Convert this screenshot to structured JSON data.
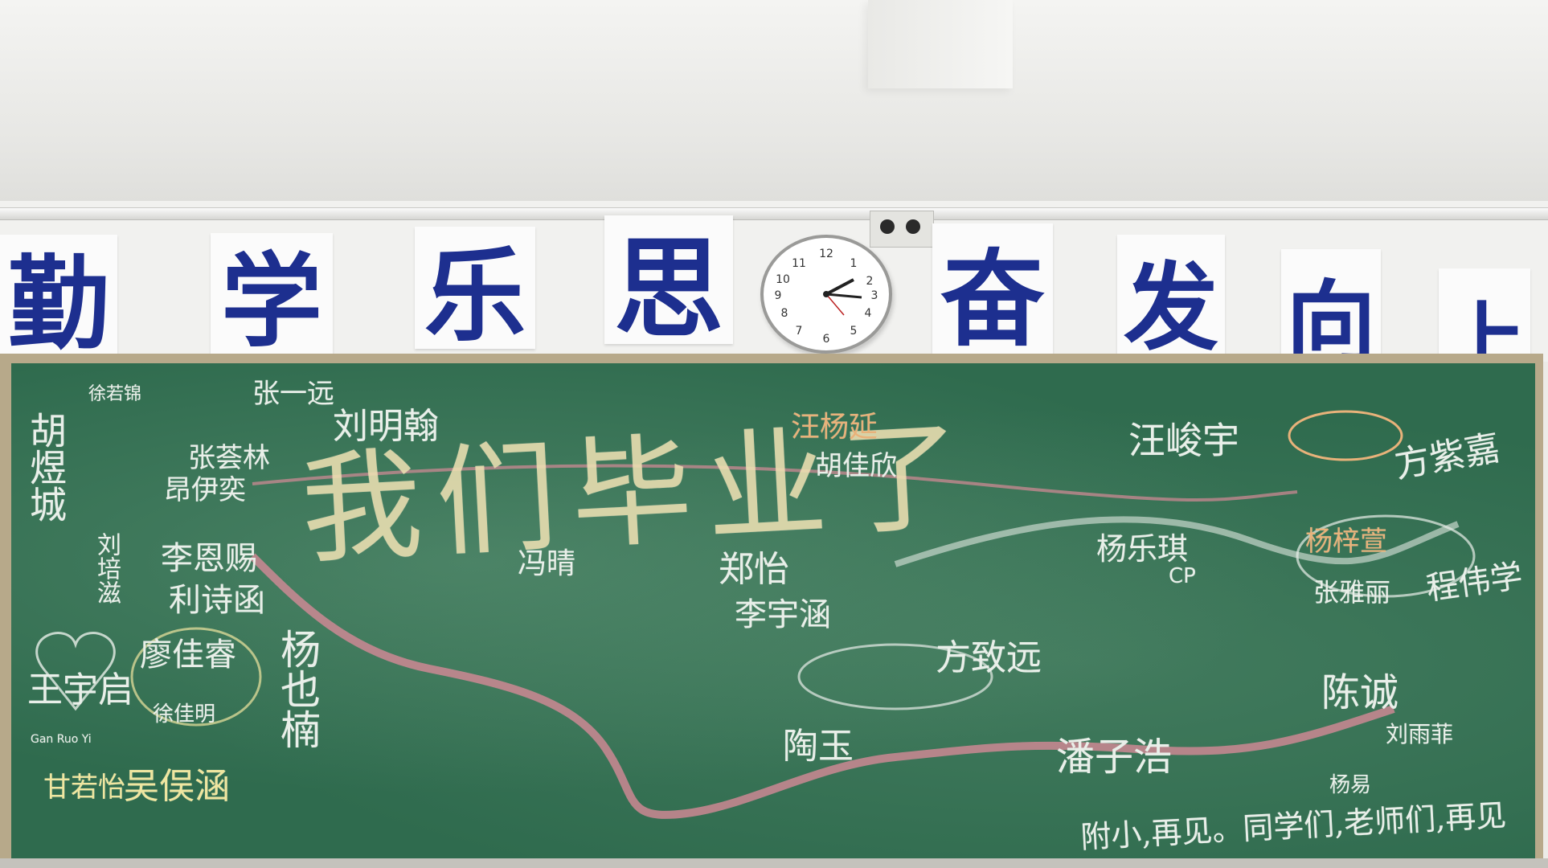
{
  "slogan": [
    "勤",
    "学",
    "乐",
    "思",
    "奋",
    "发",
    "向",
    "上"
  ],
  "board": {
    "headline": "我们毕业了",
    "farewell": "附小,再见。同学们,老师们,再见",
    "names": [
      "徐若锦",
      "张一远",
      "刘明翰",
      "张荟林",
      "昂伊奕",
      "汪杨延",
      "胡佳欣",
      "汪峻宇",
      "方紫嘉",
      "胡煜城",
      "刘培滋",
      "李恩赐",
      "利诗函",
      "冯晴",
      "郑怡",
      "李宇涵",
      "杨乐琪",
      "杨梓萱",
      "张雅丽",
      "程伟学",
      "王宇启",
      "廖佳睿",
      "杨也楠",
      "徐佳明",
      "方致远",
      "陈诚",
      "陶玉",
      "潘子浩",
      "刘雨菲",
      "甘若怡",
      "吴俣涵",
      "杨易",
      "Gan Ruo Yi",
      "CP"
    ]
  }
}
